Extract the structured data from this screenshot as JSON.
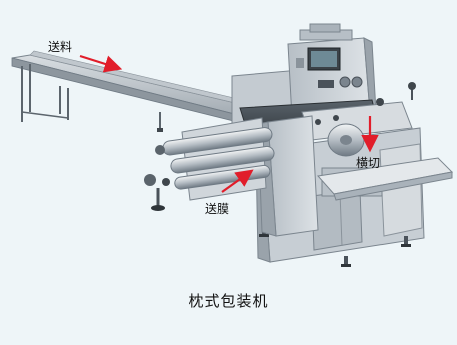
{
  "labels": {
    "feed": "送料",
    "film_feed": "送膜",
    "cross_cut": "横切"
  },
  "caption": "枕式包装机",
  "colors": {
    "background": "#eef5f8",
    "arrow": "#e11d2a",
    "metal_light": "#c9d0d6",
    "metal_mid": "#a9b2ba",
    "metal_dark": "#6f7a84"
  }
}
